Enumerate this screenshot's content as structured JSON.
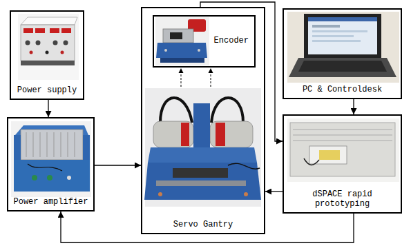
{
  "diagram": {
    "nodes": [
      {
        "text": [
          "Power supply"
        ]
      },
      {
        "text": [
          "Servo Gantry"
        ]
      },
      {
        "text": [
          "Encoder"
        ],
        "in": 1
      },
      {
        "text": [
          "PC & Controldesk"
        ]
      },
      {
        "text": [
          "Power amplifier"
        ]
      },
      {
        "text": [
          "dSPACE rapid prototyping"
        ]
      }
    ],
    "edges": [
      {
        "from": 0,
        "to": 4,
        "arrow": "to"
      },
      {
        "from": 4,
        "to": 1,
        "arrow": "to"
      },
      {
        "from": 1,
        "to": 5,
        "arrow": "to"
      },
      {
        "from": 3,
        "to": 5,
        "arrow": "to"
      },
      {
        "from": 5,
        "to": 1,
        "arrow": "to"
      },
      {
        "from": 5,
        "to": 4,
        "arrow": "to"
      }
    ]
  }
}
